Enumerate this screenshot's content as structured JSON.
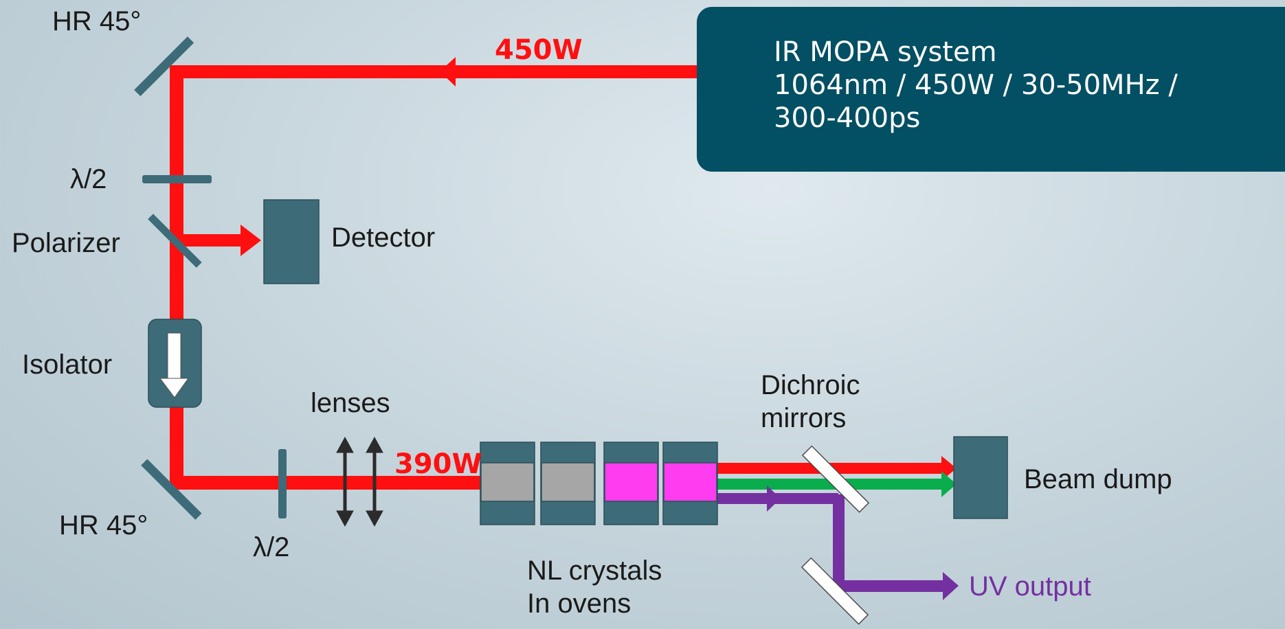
{
  "source_box": {
    "title": "IR MOPA system",
    "specs_line1": "1064nm / 450W / 30-50MHz /",
    "specs_line2": "300-400ps"
  },
  "labels": {
    "hr_top": "HR 45°",
    "hr_bottom": "HR 45°",
    "waveplate_top": "λ/2",
    "waveplate_bottom": "λ/2",
    "polarizer": "Polarizer",
    "detector": "Detector",
    "isolator": "Isolator",
    "lenses": "lenses",
    "dichroic_line1": "Dichroic",
    "dichroic_line2": "mirrors",
    "beam_dump": "Beam dump",
    "uv_output": "UV output",
    "crystals_line1": "NL crystals",
    "crystals_line2": "In ovens"
  },
  "power": {
    "input": "450W",
    "after_isolator": "390W"
  },
  "colors": {
    "ir_beam": "#ff0f0f",
    "green_beam": "#0aad4c",
    "uv_beam": "#7430a0",
    "component": "#3d6b78",
    "crystal_gray": "#a6a6a6",
    "crystal_magenta": "#ff3cf0",
    "box_bg": "#034f63",
    "uv_text": "#7430a0"
  }
}
